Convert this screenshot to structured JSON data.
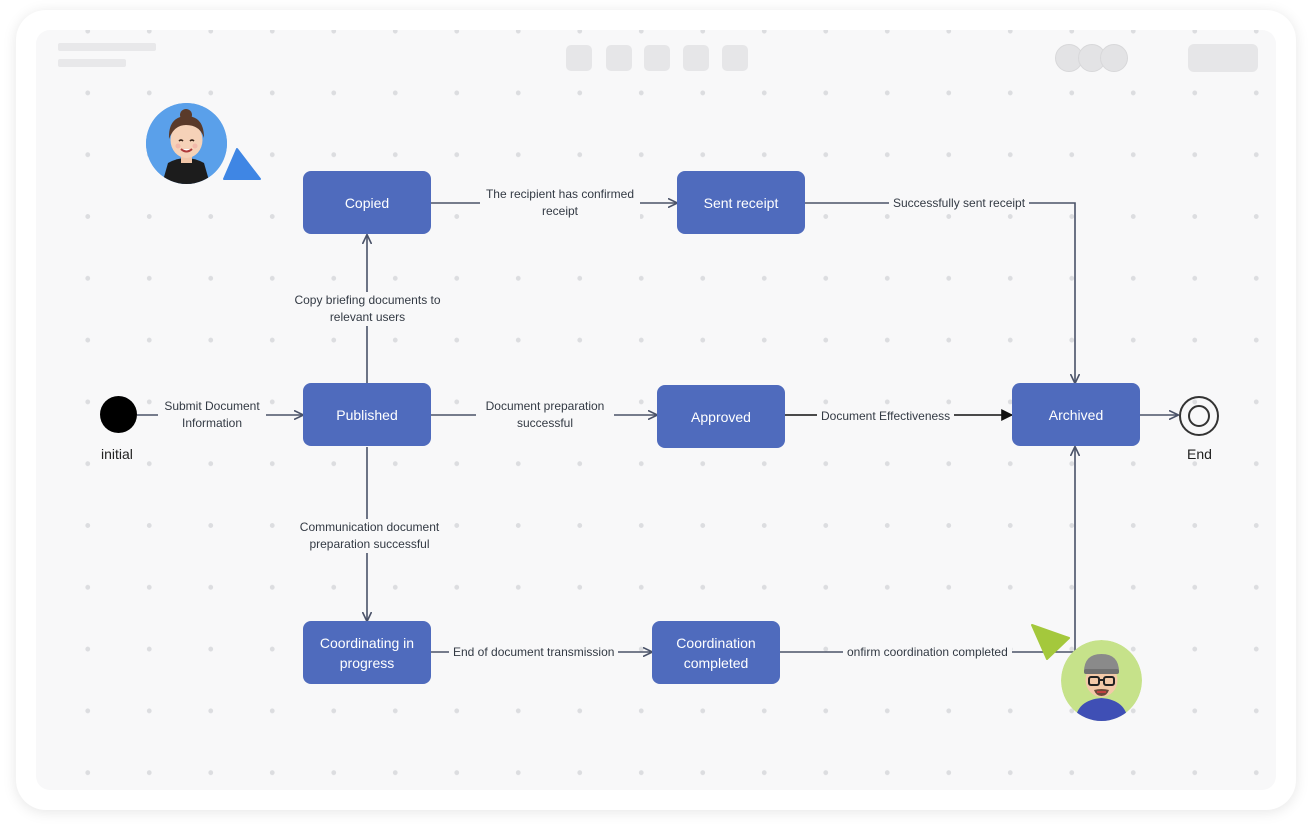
{
  "nodes": {
    "copied": "Copied",
    "sent_receipt": "Sent receipt",
    "published": "Published",
    "approved": "Approved",
    "archived": "Archived",
    "coordinating": "Coordinating in progress",
    "coordination_completed": "Coordination completed"
  },
  "states": {
    "initial": "initial",
    "end": "End"
  },
  "edges": {
    "submit": "Submit Document Information",
    "copy_briefing": "Copy briefing documents to relevant users",
    "confirmed_receipt": "The recipient has confirmed receipt",
    "sent_receipt_ok": "Successfully sent receipt",
    "prep_successful": "Document preparation successful",
    "effectiveness": "Document Effectiveness",
    "comm_prep": "Communication document preparation successful",
    "end_transmission": "End of document transmission",
    "confirm_coordination": "onfirm coordination completed"
  },
  "colors": {
    "node_fill": "#4f6bbd",
    "edge": "#4a5268",
    "cursor_blue": "#3f86e4",
    "cursor_green": "#a4c83c"
  },
  "icons": {
    "collaborator_1": "avatar-woman",
    "collaborator_2": "avatar-man-glasses"
  }
}
